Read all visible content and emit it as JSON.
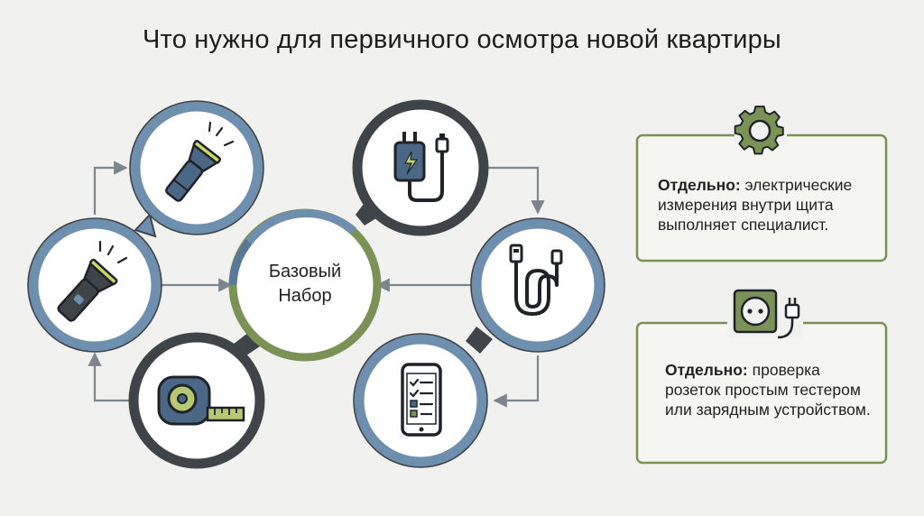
{
  "title": "Что нужно для первичного осмотра новой квартиры",
  "center": {
    "line1": "Базовый",
    "line2": "Набор"
  },
  "nodes": [
    {
      "name": "flashlight-top",
      "icon": "flashlight-icon"
    },
    {
      "name": "flashlight-left",
      "icon": "flashlight-icon"
    },
    {
      "name": "tape-measure",
      "icon": "tape-measure-icon"
    },
    {
      "name": "charger",
      "icon": "charger-icon"
    },
    {
      "name": "usb-cable",
      "icon": "usb-cable-icon"
    },
    {
      "name": "phone-checklist",
      "icon": "phone-checklist-icon"
    }
  ],
  "notes": [
    {
      "icon": "gear-icon",
      "bold": "Отдельно:",
      "text": " электрические измерения внутри щита выполняет специалист."
    },
    {
      "icon": "socket-plug-icon",
      "bold": "Отдельно:",
      "text": " проверка розеток простым тестером или зарядным устройством."
    }
  ],
  "colors": {
    "blue": "#6f8fae",
    "dark": "#3f4449",
    "green": "#7b9257",
    "arrow": "#7d868f",
    "icon_fill": "#4a6785",
    "icon_stroke": "#1f2328"
  }
}
